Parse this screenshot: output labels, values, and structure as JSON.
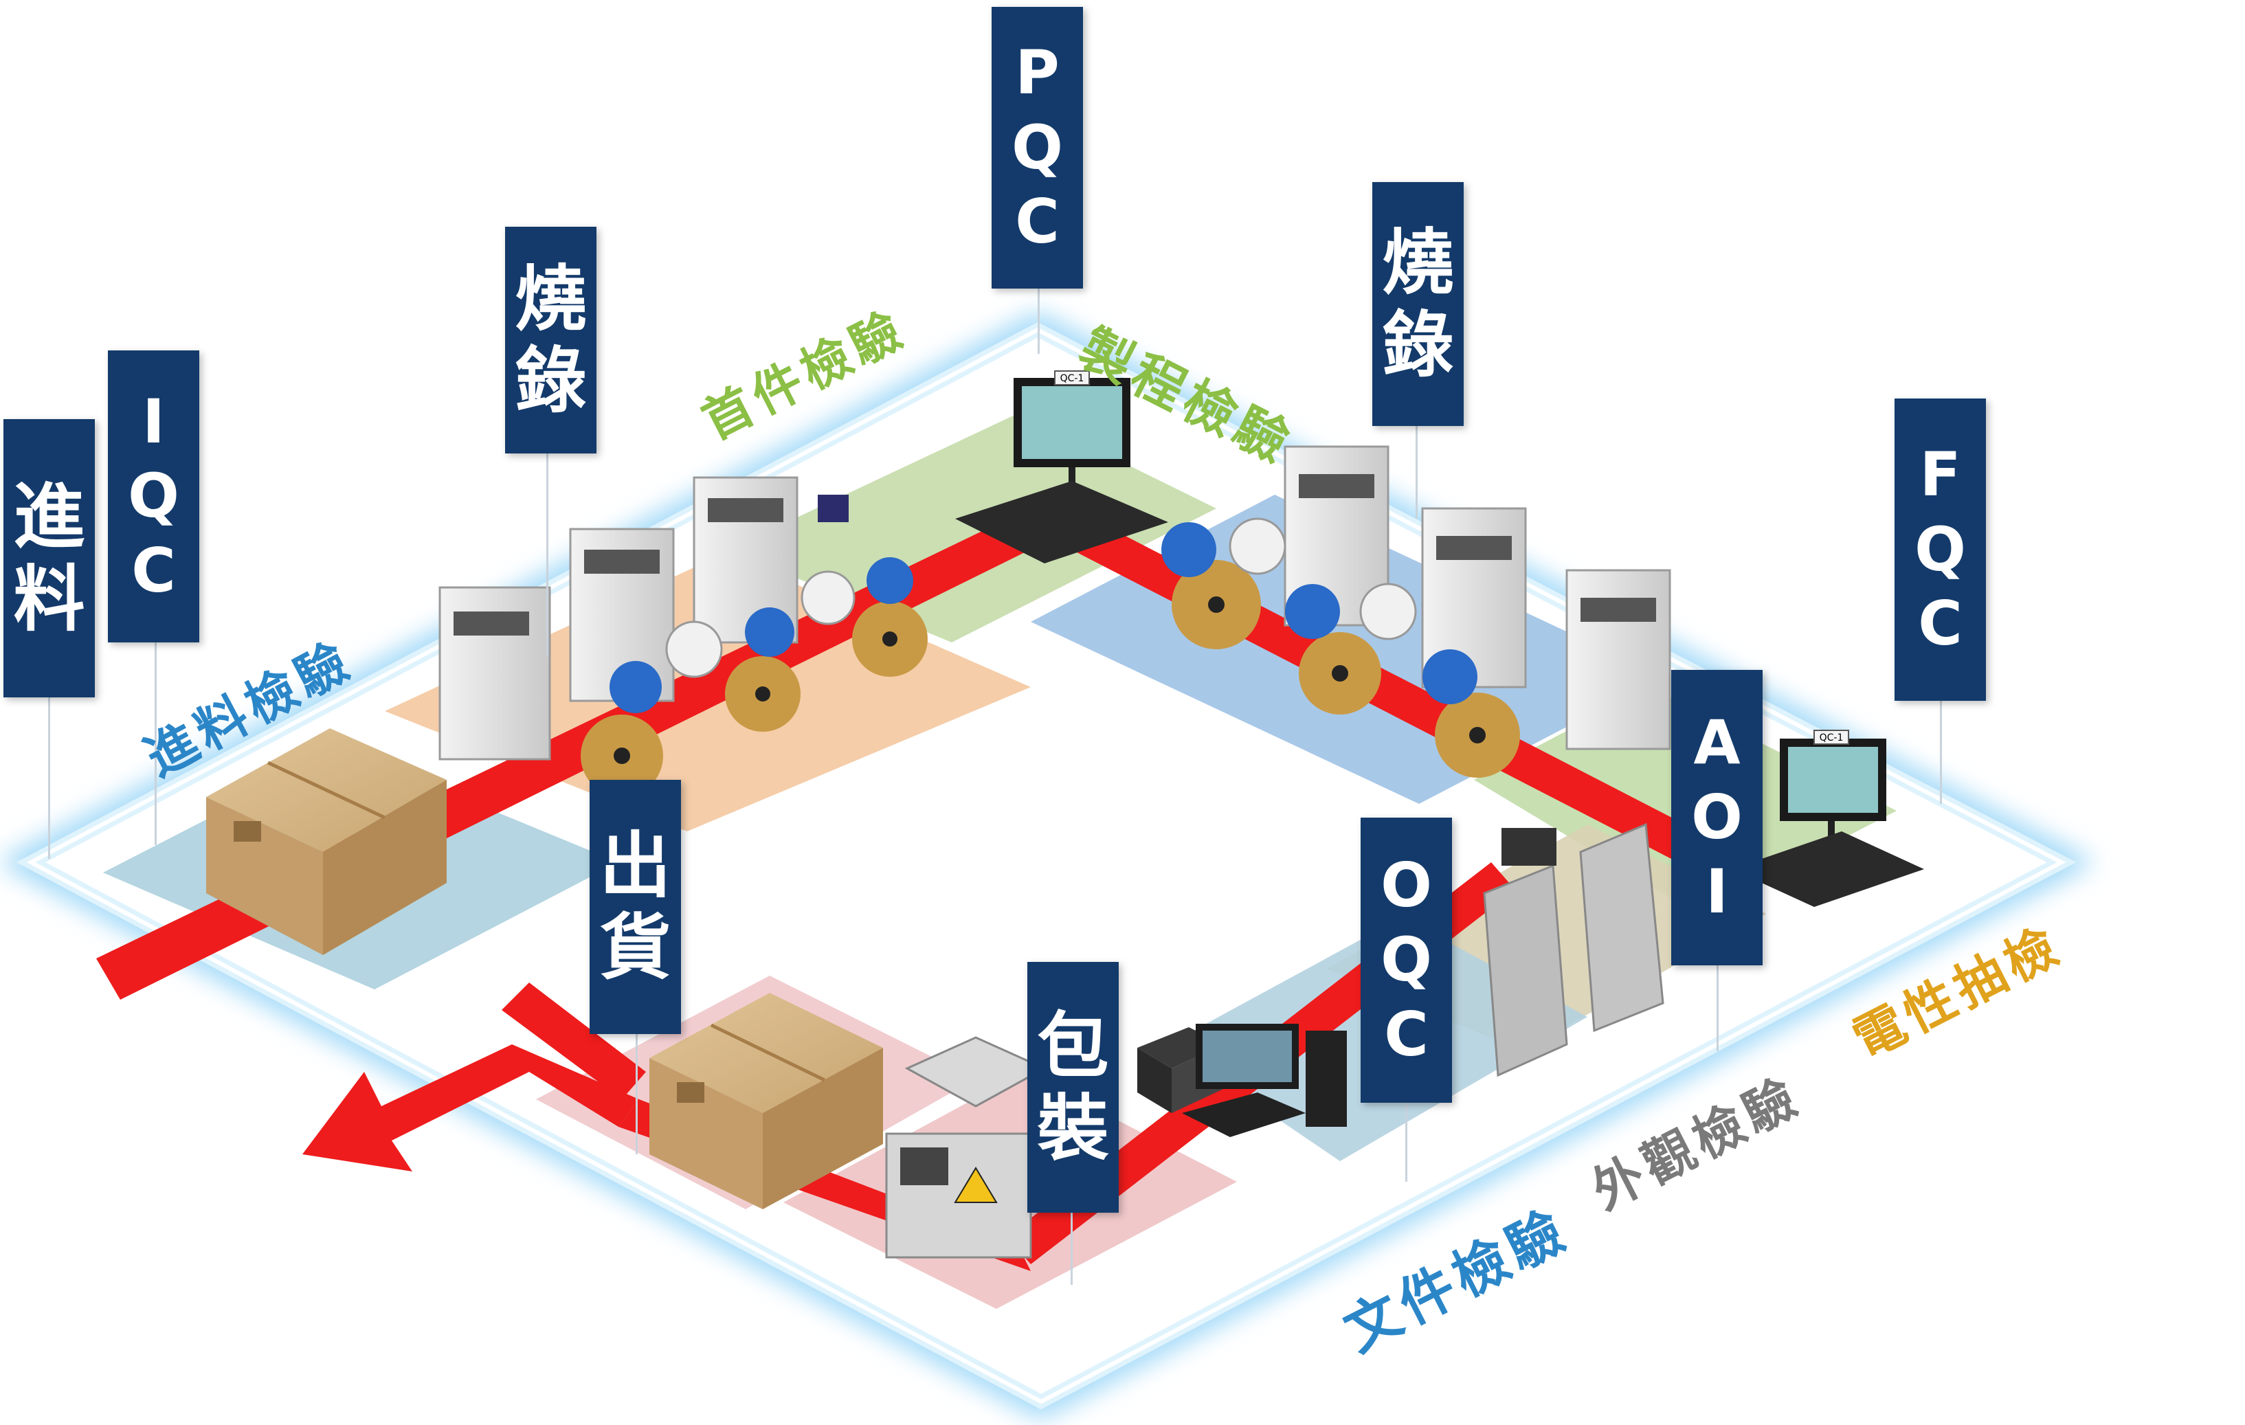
{
  "signs": {
    "feed": "進料",
    "iqc": "IQC",
    "burn1": "燒錄",
    "pqc": "PQC",
    "burn2": "燒錄",
    "fqc": "FQC",
    "aoi": "AOI",
    "oqc": "OQC",
    "pack": "包裝",
    "ship": "出貨"
  },
  "captions": {
    "incoming": "進料檢驗",
    "first_article": "首件檢驗",
    "process": "製程檢驗",
    "electrical": "電性抽檢",
    "appearance": "外觀檢驗",
    "document": "文件檢驗"
  },
  "monitor_tags": {
    "pqc_station": "QC-1",
    "fqc_station": "QC-1"
  },
  "colors": {
    "sign_bg": "#133a6a",
    "incoming": "#2b86c8",
    "first_article": "#8bbf45",
    "process": "#8bbf45",
    "electrical": "#e0a21c",
    "appearance": "#7a7a7a",
    "document": "#2b86c8",
    "flow_arrow": "#ee1c1c",
    "glow": "#bfe6fb"
  },
  "icons": [
    "cardboard-box-icon",
    "burner-machine-icon",
    "reel-icon",
    "qc-workstation-icon",
    "aoi-machine-icon",
    "printer-icon",
    "vacuum-sealer-icon"
  ]
}
